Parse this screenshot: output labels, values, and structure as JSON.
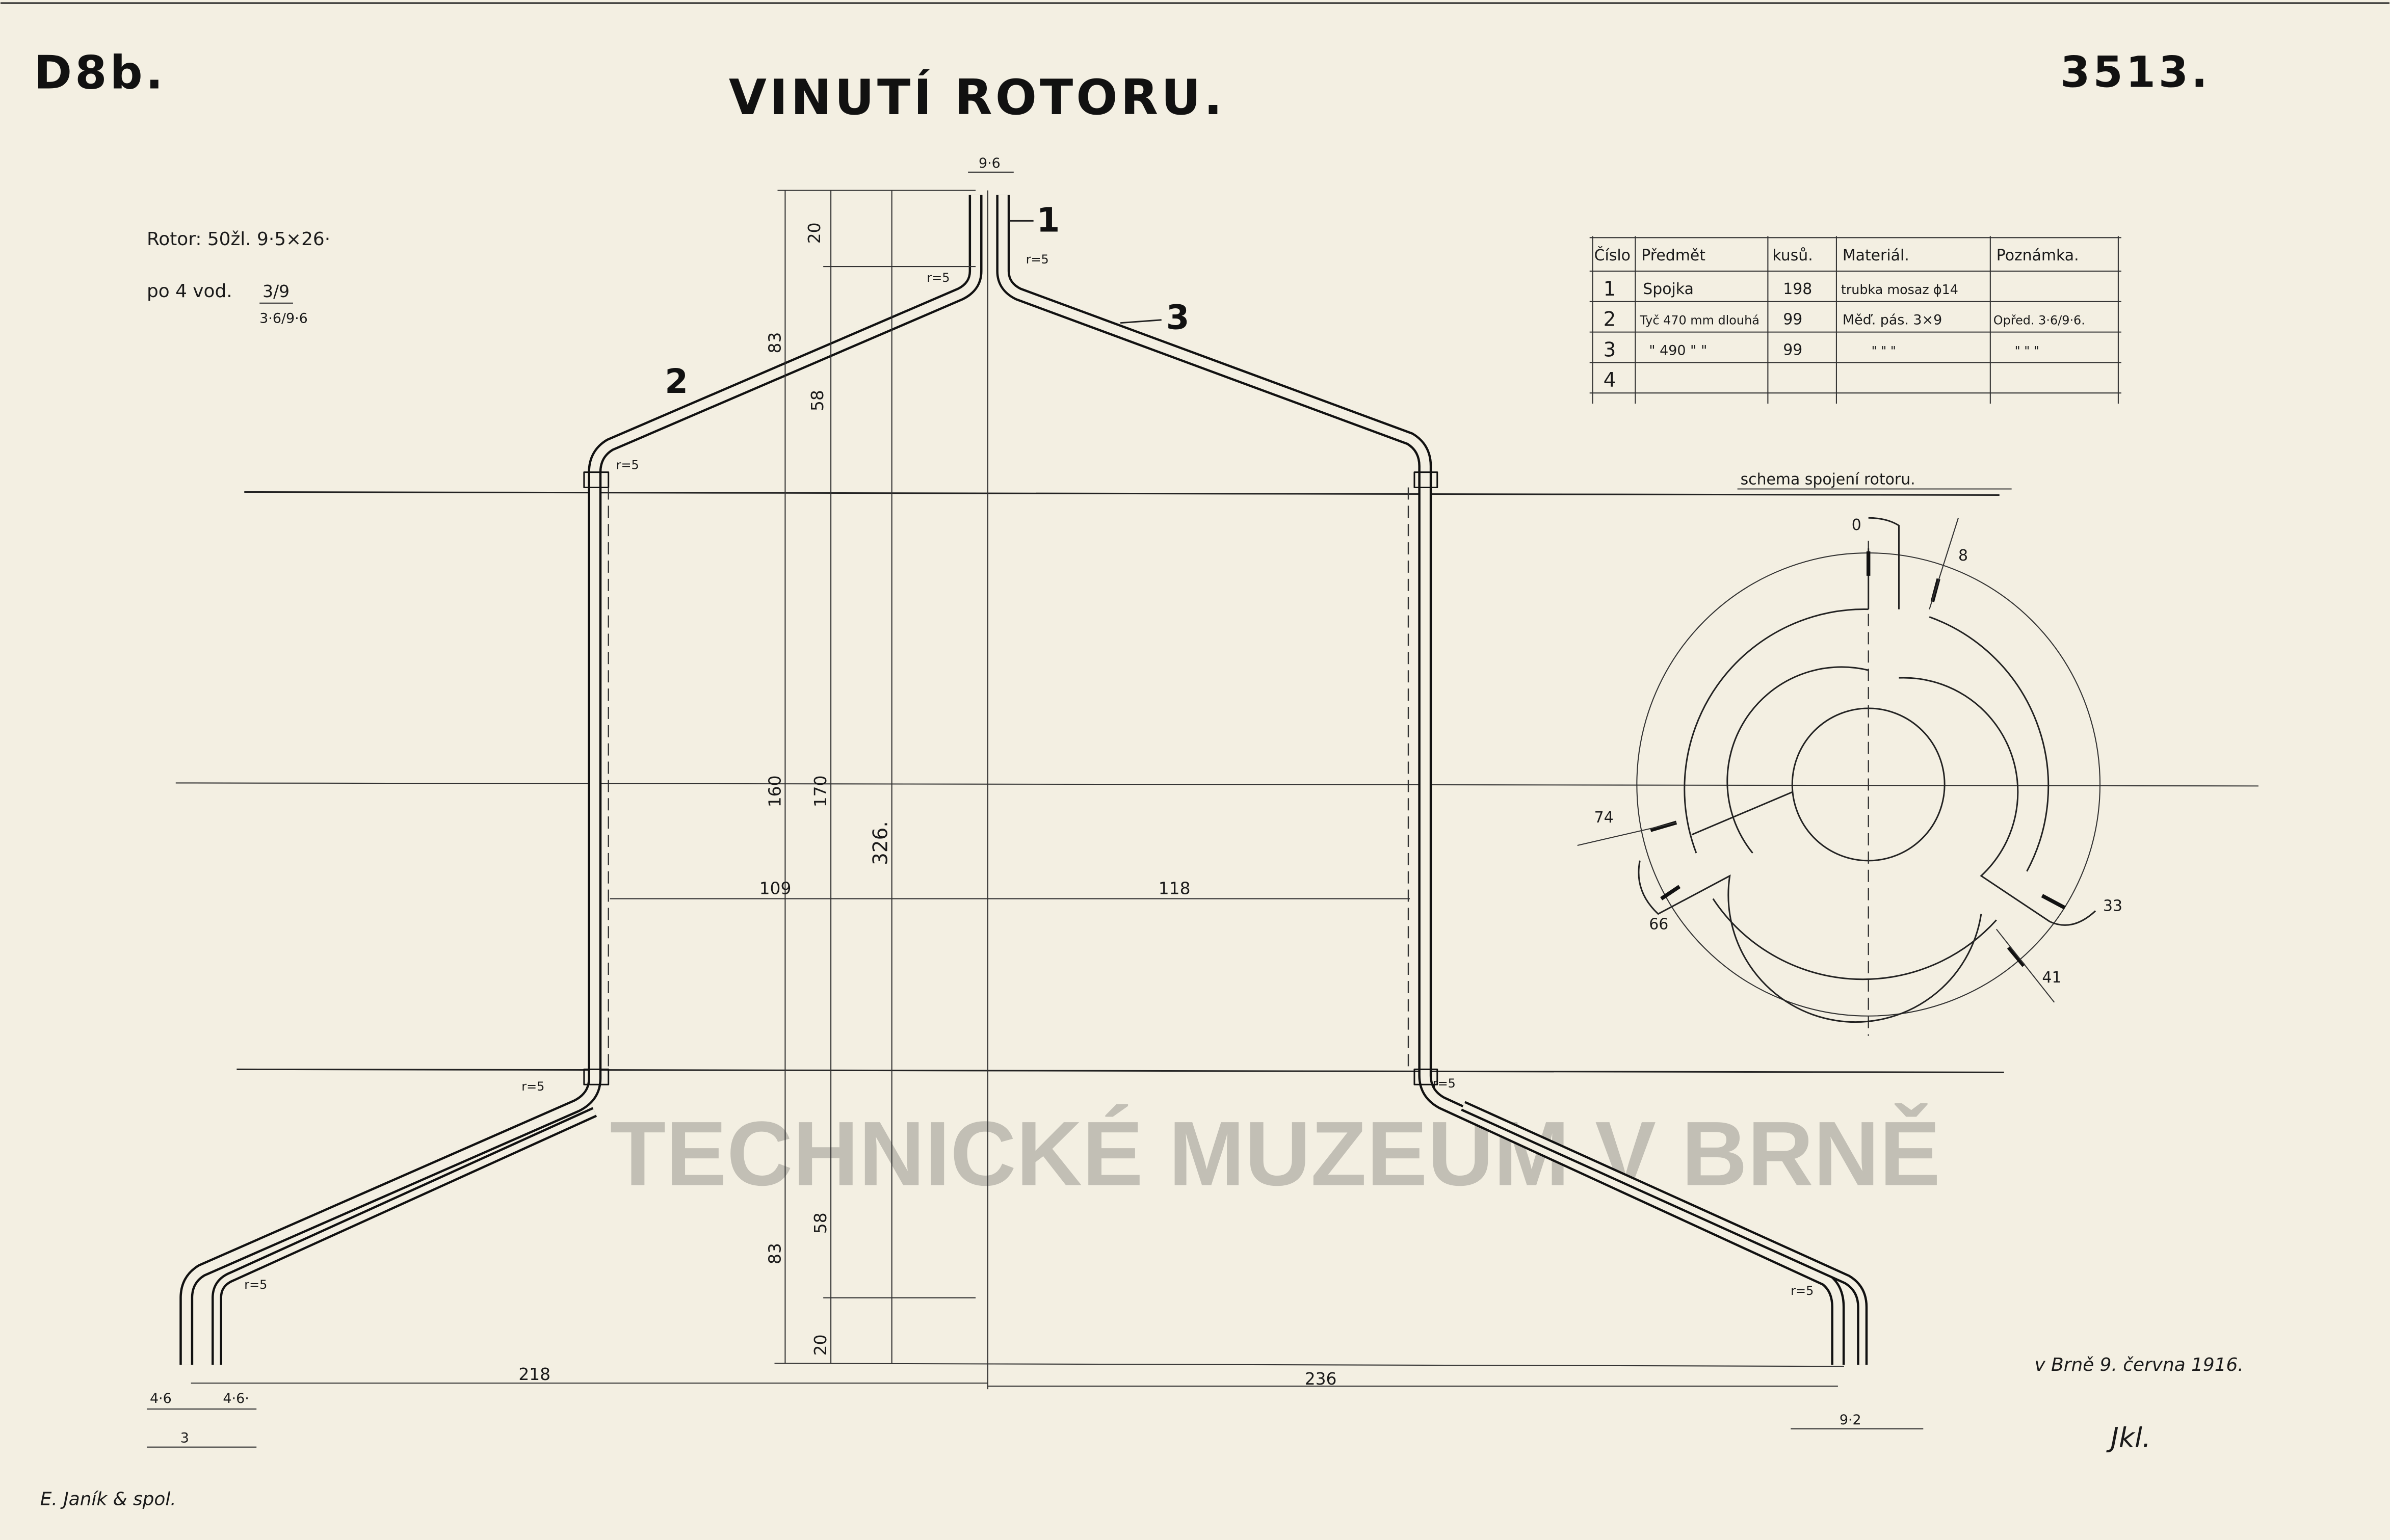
{
  "header": {
    "sheet_code": "D8b.",
    "title": "VINUTÍ ROTORU.",
    "number": "3513."
  },
  "notes": {
    "rotor": "Rotor: 50žl. 9·5×26·",
    "po": "po 4 vod.",
    "frac_top": "3/9",
    "frac_bottom": "3·6/9·6"
  },
  "table": {
    "headers": [
      "Číslo",
      "Předmět",
      "kusů.",
      "Materiál.",
      "Poznámka."
    ],
    "rows": [
      [
        "1",
        "Spojka",
        "198",
        "trubka mosaz ϕ14",
        ""
      ],
      [
        "2",
        "Tyč 470 mm dlouhá",
        "99",
        "Měď. pás. 3×9",
        "Opřed. 3·6/9·6."
      ],
      [
        "3",
        "\" 490 \" \"",
        "99",
        "\" \" \"",
        "\" \" \""
      ],
      [
        "4",
        "",
        "",
        "",
        ""
      ]
    ]
  },
  "parts": {
    "p1": "1",
    "p2": "2",
    "p3": "3"
  },
  "dims": {
    "top_gap": "9·6",
    "top20": "20",
    "d83_top": "83",
    "d58_top": "58",
    "d160": "160",
    "d170": "170",
    "d326": "326.",
    "d109": "109",
    "d118": "118",
    "d58_bot": "58",
    "d83_bot": "83",
    "d20_bot": "20",
    "d218": "218",
    "d236": "236",
    "d46a": "4·6",
    "d46b": "4·6·",
    "d3": "3",
    "d92": "9·2",
    "r5": "r=5"
  },
  "schema": {
    "title": "schema spojení rotoru.",
    "labels": [
      "0",
      "8",
      "74",
      "66",
      "33",
      "41"
    ]
  },
  "footer": {
    "date": "v Brně 9. června 1916.",
    "signature": "Jkl.",
    "maker": "E. Janík & spol."
  },
  "watermark": "TECHNICKÉ MUZEUM V BRNĚ"
}
